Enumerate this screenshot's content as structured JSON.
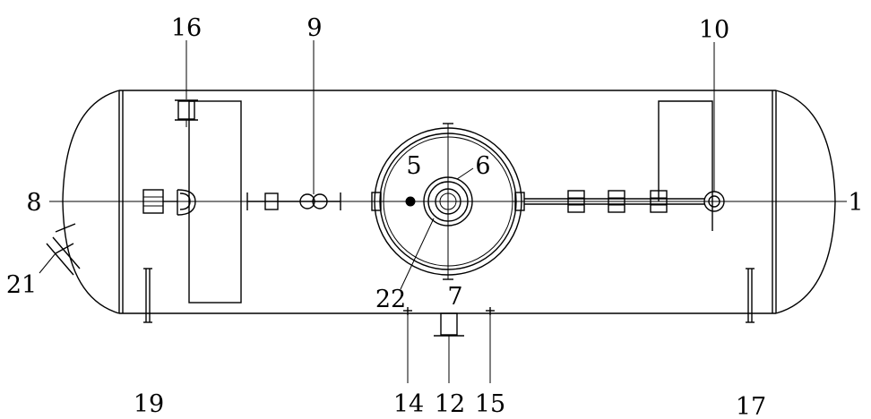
{
  "labels": {
    "l1": "1",
    "l5": "5",
    "l6": "6",
    "l7": "7",
    "l8": "8",
    "l9": "9",
    "l10": "10",
    "l12": "12",
    "l14": "14",
    "l15": "15",
    "l16": "16",
    "l17": "17",
    "l19": "19",
    "l21": "21",
    "l22": "22"
  }
}
